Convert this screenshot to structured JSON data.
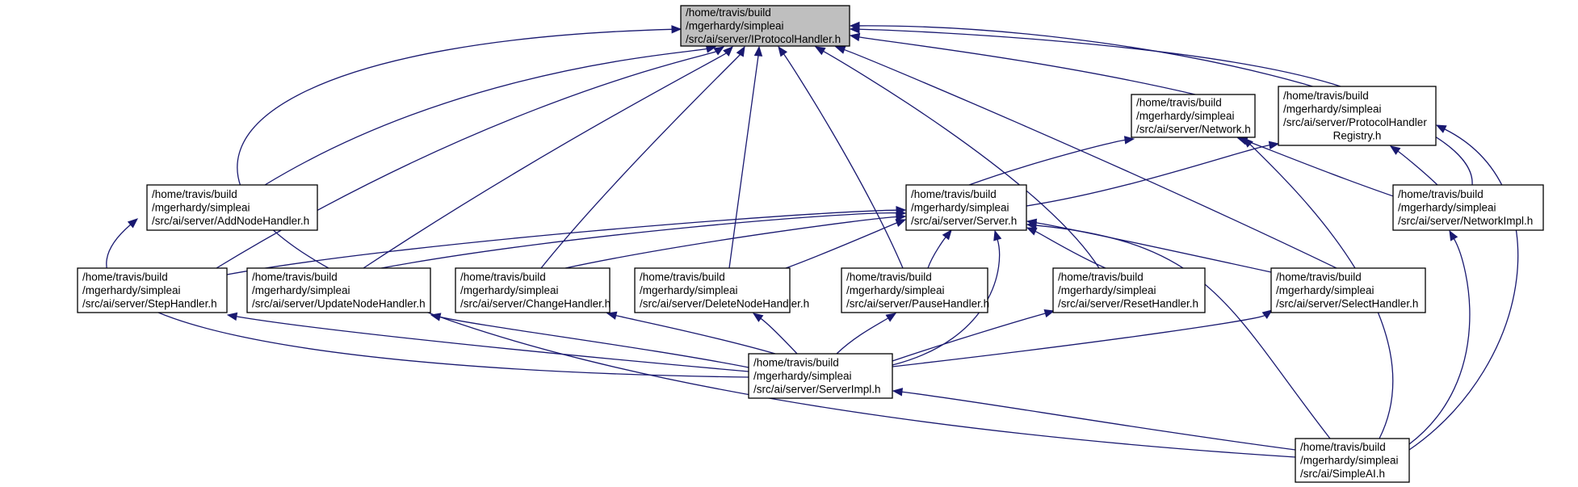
{
  "colors": {
    "edge": "#191970",
    "root_fill": "#bfbfbf",
    "node_fill": "#ffffff",
    "border": "#000000"
  },
  "nodes": [
    {
      "id": "iprotocol",
      "lines": [
        "/home/travis/build",
        "/mgerhardy/simpleai",
        "/src/ai/server/IProtocolHandler.h"
      ]
    },
    {
      "id": "addnode",
      "lines": [
        "/home/travis/build",
        "/mgerhardy/simpleai",
        "/src/ai/server/AddNodeHandler.h"
      ]
    },
    {
      "id": "network",
      "lines": [
        "/home/travis/build",
        "/mgerhardy/simpleai",
        "/src/ai/server/Network.h"
      ]
    },
    {
      "id": "registry",
      "lines": [
        "/home/travis/build",
        "/mgerhardy/simpleai",
        "/src/ai/server/ProtocolHandler",
        "Registry.h"
      ]
    },
    {
      "id": "server",
      "lines": [
        "/home/travis/build",
        "/mgerhardy/simpleai",
        "/src/ai/server/Server.h"
      ]
    },
    {
      "id": "networkimpl",
      "lines": [
        "/home/travis/build",
        "/mgerhardy/simpleai",
        "/src/ai/server/NetworkImpl.h"
      ]
    },
    {
      "id": "step",
      "lines": [
        "/home/travis/build",
        "/mgerhardy/simpleai",
        "/src/ai/server/StepHandler.h"
      ]
    },
    {
      "id": "update",
      "lines": [
        "/home/travis/build",
        "/mgerhardy/simpleai",
        "/src/ai/server/UpdateNodeHandler.h"
      ]
    },
    {
      "id": "change",
      "lines": [
        "/home/travis/build",
        "/mgerhardy/simpleai",
        "/src/ai/server/ChangeHandler.h"
      ]
    },
    {
      "id": "delete",
      "lines": [
        "/home/travis/build",
        "/mgerhardy/simpleai",
        "/src/ai/server/DeleteNodeHandler.h"
      ]
    },
    {
      "id": "pause",
      "lines": [
        "/home/travis/build",
        "/mgerhardy/simpleai",
        "/src/ai/server/PauseHandler.h"
      ]
    },
    {
      "id": "reset",
      "lines": [
        "/home/travis/build",
        "/mgerhardy/simpleai",
        "/src/ai/server/ResetHandler.h"
      ]
    },
    {
      "id": "select",
      "lines": [
        "/home/travis/build",
        "/mgerhardy/simpleai",
        "/src/ai/server/SelectHandler.h"
      ]
    },
    {
      "id": "serverimpl",
      "lines": [
        "/home/travis/build",
        "/mgerhardy/simpleai",
        "/src/ai/server/ServerImpl.h"
      ]
    },
    {
      "id": "simpleai",
      "lines": [
        "/home/travis/build",
        "/mgerhardy/simpleai",
        "/src/ai/SimpleAI.h"
      ]
    }
  ],
  "edges": [
    [
      "addnode",
      "iprotocol"
    ],
    [
      "step",
      "iprotocol"
    ],
    [
      "update",
      "iprotocol"
    ],
    [
      "change",
      "iprotocol"
    ],
    [
      "delete",
      "iprotocol"
    ],
    [
      "pause",
      "iprotocol"
    ],
    [
      "reset",
      "iprotocol"
    ],
    [
      "select",
      "iprotocol"
    ],
    [
      "network",
      "iprotocol"
    ],
    [
      "registry",
      "iprotocol"
    ],
    [
      "networkimpl",
      "iprotocol"
    ],
    [
      "simpleai",
      "iprotocol"
    ],
    [
      "server",
      "network"
    ],
    [
      "networkimpl",
      "network"
    ],
    [
      "simpleai",
      "network"
    ],
    [
      "server",
      "registry"
    ],
    [
      "networkimpl",
      "registry"
    ],
    [
      "simpleai",
      "registry"
    ],
    [
      "step",
      "server"
    ],
    [
      "update",
      "server"
    ],
    [
      "change",
      "server"
    ],
    [
      "delete",
      "server"
    ],
    [
      "pause",
      "server"
    ],
    [
      "reset",
      "server"
    ],
    [
      "select",
      "server"
    ],
    [
      "serverimpl",
      "server"
    ],
    [
      "simpleai",
      "server"
    ],
    [
      "simpleai",
      "networkimpl"
    ],
    [
      "serverimpl",
      "addnode"
    ],
    [
      "serverimpl",
      "step"
    ],
    [
      "serverimpl",
      "update"
    ],
    [
      "serverimpl",
      "change"
    ],
    [
      "serverimpl",
      "delete"
    ],
    [
      "serverimpl",
      "pause"
    ],
    [
      "serverimpl",
      "reset"
    ],
    [
      "serverimpl",
      "select"
    ],
    [
      "simpleai",
      "serverimpl"
    ]
  ]
}
